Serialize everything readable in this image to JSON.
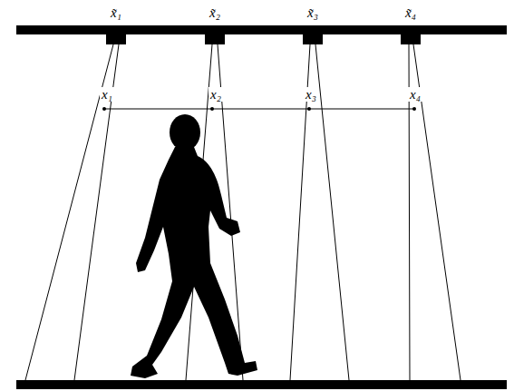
{
  "diagram": {
    "labels": [
      "x̃₁",
      "x̃₂",
      "x̃₃",
      "x̃₄",
      "x₁",
      "x₂",
      "x₃",
      "x₄"
    ]
  }
}
